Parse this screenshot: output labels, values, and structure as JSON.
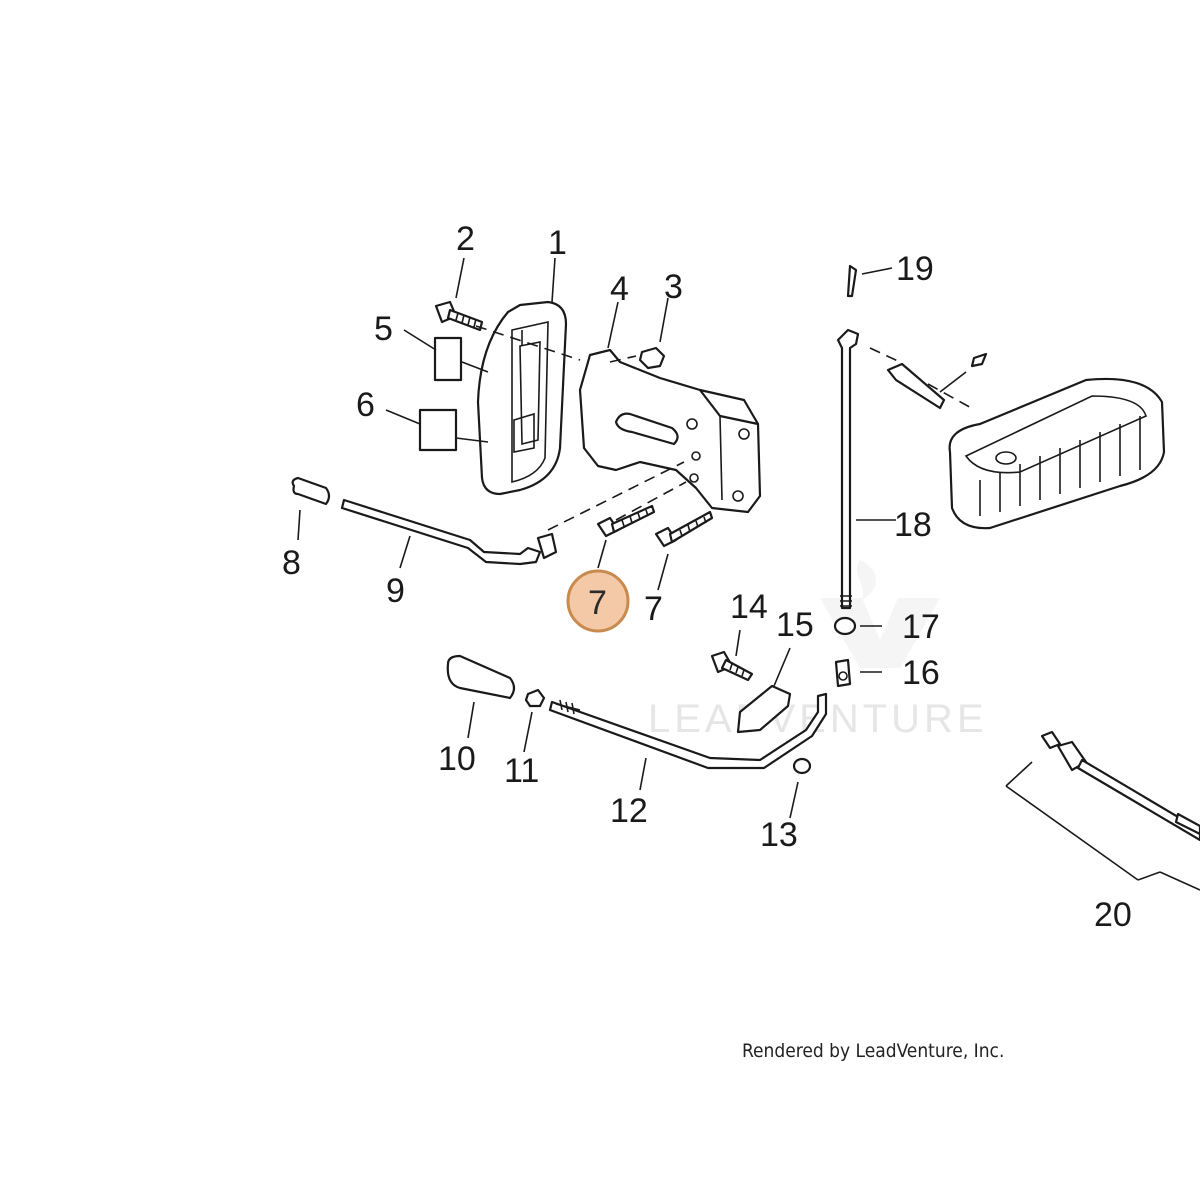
{
  "callouts": [
    {
      "id": "1",
      "text": "1"
    },
    {
      "id": "2",
      "text": "2"
    },
    {
      "id": "3",
      "text": "3"
    },
    {
      "id": "4",
      "text": "4"
    },
    {
      "id": "5",
      "text": "5"
    },
    {
      "id": "6",
      "text": "6"
    },
    {
      "id": "7a",
      "text": "7"
    },
    {
      "id": "7b",
      "text": "7"
    },
    {
      "id": "8",
      "text": "8"
    },
    {
      "id": "9",
      "text": "9"
    },
    {
      "id": "10",
      "text": "10"
    },
    {
      "id": "11",
      "text": "11"
    },
    {
      "id": "12",
      "text": "12"
    },
    {
      "id": "13",
      "text": "13"
    },
    {
      "id": "14",
      "text": "14"
    },
    {
      "id": "15",
      "text": "15"
    },
    {
      "id": "16",
      "text": "16"
    },
    {
      "id": "17",
      "text": "17"
    },
    {
      "id": "18",
      "text": "18"
    },
    {
      "id": "19",
      "text": "19"
    },
    {
      "id": "20",
      "text": "20"
    }
  ],
  "highlight": {
    "callout_id": "7a",
    "color": "#f3c9a7",
    "border_color": "#c98a4e"
  },
  "watermark": "LEADVENTURE",
  "credit": "Rendered by LeadVenture, Inc.",
  "colors": {
    "line": "#1a1a1a",
    "background": "#ffffff"
  }
}
